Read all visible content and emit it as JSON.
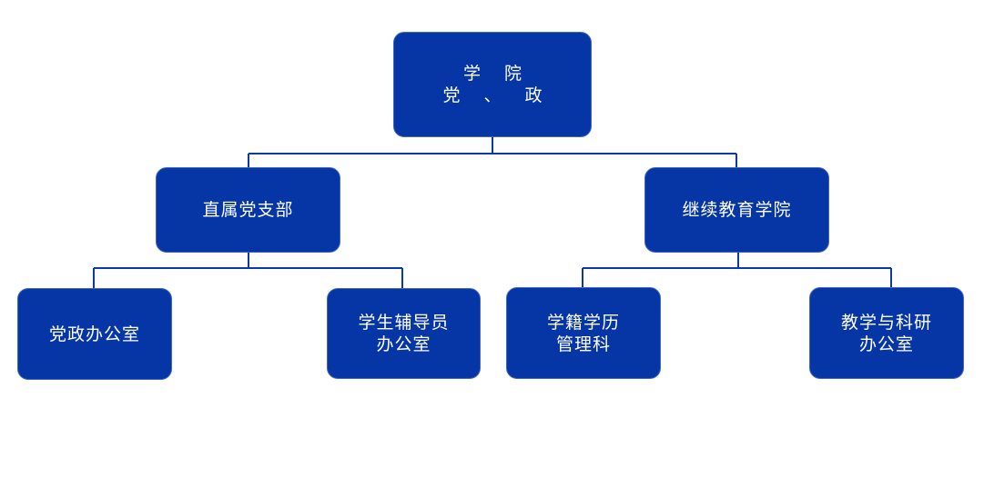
{
  "chart": {
    "root": {
      "lines": [
        "学 院",
        "党 、 政"
      ]
    },
    "branches": [
      {
        "lines": [
          "直属党支部"
        ],
        "children": [
          {
            "lines": [
              "党政办公室"
            ]
          },
          {
            "lines": [
              "学生辅导员",
              "办公室"
            ]
          }
        ]
      },
      {
        "lines": [
          "继续教育学院"
        ],
        "children": [
          {
            "lines": [
              "学籍学历",
              "管理科"
            ]
          },
          {
            "lines": [
              "教学与科研",
              "办公室"
            ]
          }
        ]
      }
    ],
    "colors": {
      "box_fill": "#0636a5",
      "box_text": "#ffffff",
      "connector": "#0a3aa8",
      "background": "#ffffff"
    }
  }
}
